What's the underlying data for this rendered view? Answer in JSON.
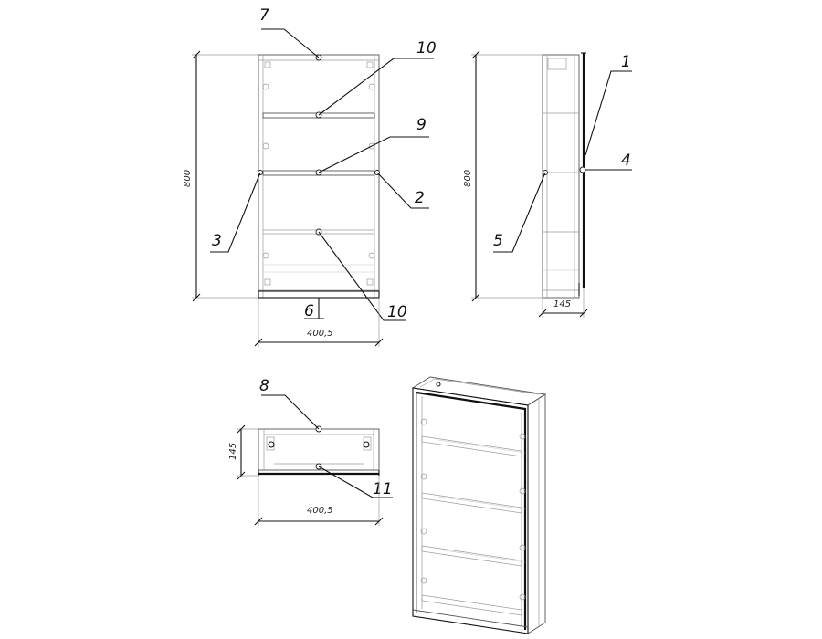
{
  "drawing": {
    "callouts": {
      "front_top": "7",
      "front_shelf_upper": "10",
      "front_shelf_mid": "9",
      "front_right_side": "2",
      "front_left_side": "3",
      "front_bottom": "6",
      "front_shelf_lower": "10",
      "side_door": "1",
      "side_hinge": "4",
      "side_back": "5",
      "plan_top": "8",
      "plan_door": "11"
    },
    "dimensions": {
      "front_height": "800",
      "front_width": "400,5",
      "side_height": "800",
      "side_depth": "145",
      "plan_depth": "145",
      "plan_width": "400,5"
    }
  }
}
